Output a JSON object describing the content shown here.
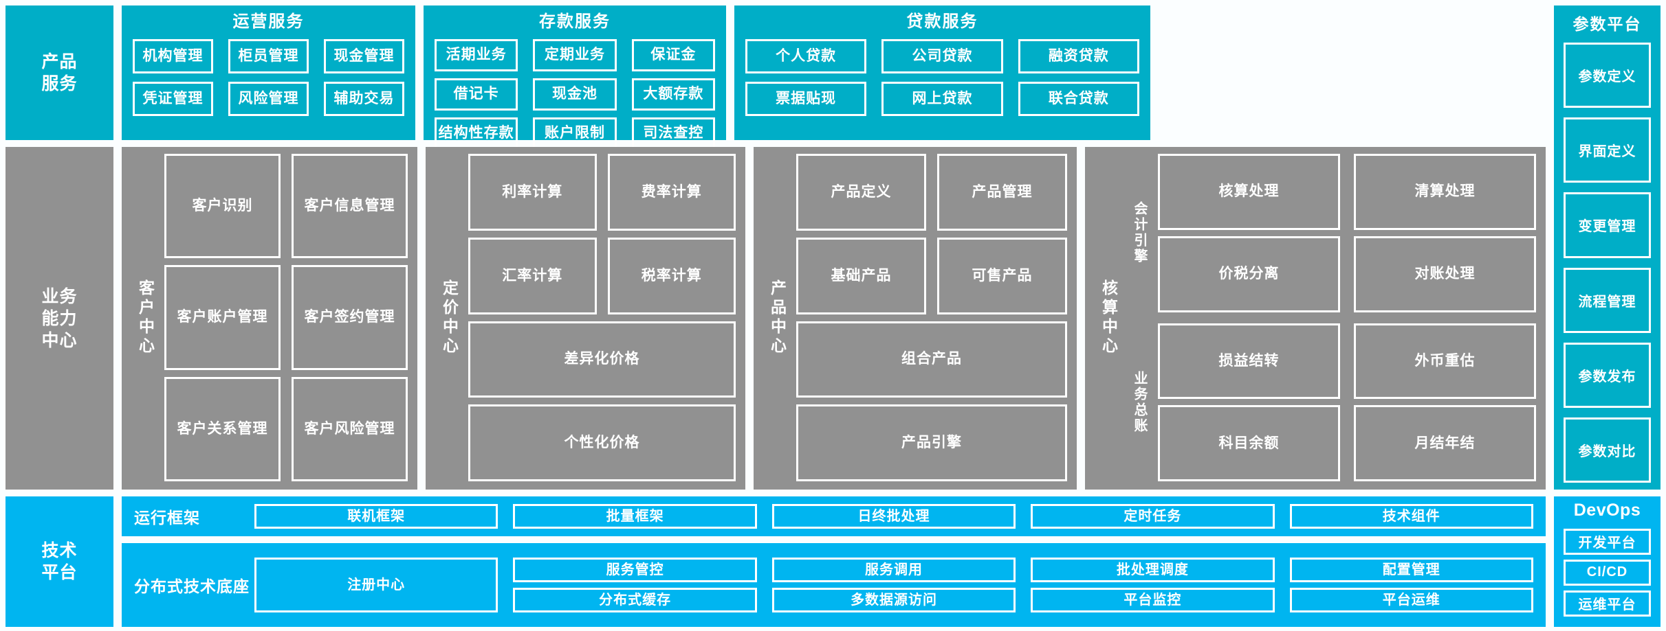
{
  "rails": {
    "products": "产品\n服务",
    "products_lines": [
      "产品",
      "服务"
    ],
    "business_lines": [
      "业务",
      "能力",
      "中心"
    ],
    "tech_lines": [
      "技术",
      "平台"
    ]
  },
  "colors": {
    "teal": "#00AEC7",
    "gray": "#919191",
    "cyan": "#00B5F0",
    "border": "#FFFFFF",
    "background": "#FBFEFF"
  },
  "product_services": {
    "groups": [
      {
        "title": "运营服务",
        "items": [
          "机构管理",
          "柜员管理",
          "现金管理",
          "凭证管理",
          "风险管理",
          "辅助交易"
        ]
      },
      {
        "title": "存款服务",
        "items": [
          "活期业务",
          "定期业务",
          "保证金",
          "借记卡",
          "现金池",
          "大额存款",
          "结构性存款",
          "账户限制",
          "司法查控"
        ]
      },
      {
        "title": "贷款服务",
        "items": [
          "个人贷款",
          "公司贷款",
          "融资贷款",
          "票据贴现",
          "网上贷款",
          "联合贷款"
        ]
      }
    ]
  },
  "parameter_platform": {
    "title": "参数平台",
    "items": [
      "参数定义",
      "界面定义",
      "变更管理",
      "流程管理",
      "参数发布",
      "参数对比"
    ]
  },
  "business_centers": [
    {
      "label": "客户中心",
      "rows": [
        [
          "客户识别",
          "客户信息管理"
        ],
        [
          "客户账户管理",
          "客户签约管理"
        ],
        [
          "客户关系管理",
          "客户风险管理"
        ]
      ]
    },
    {
      "label": "定价中心",
      "rows": [
        [
          "利率计算",
          "费率计算"
        ],
        [
          "汇率计算",
          "税率计算"
        ],
        [
          "差异化价格"
        ],
        [
          "个性化价格"
        ]
      ]
    },
    {
      "label": "产品中心",
      "rows": [
        [
          "产品定义",
          "产品管理"
        ],
        [
          "基础产品",
          "可售产品"
        ],
        [
          "组合产品"
        ],
        [
          "产品引擎"
        ]
      ]
    }
  ],
  "accounting_center": {
    "label": "核算中心",
    "sections": [
      {
        "sublabel": "会计引擎",
        "items": [
          "核算处理",
          "清算处理",
          "价税分离",
          "对账处理"
        ]
      },
      {
        "sublabel": "业务总账",
        "items": [
          "损益结转",
          "外币重估",
          "科目余额",
          "月结年结"
        ]
      }
    ]
  },
  "tech_platform": {
    "rows": [
      {
        "label": "运行框架",
        "items": [
          "联机框架",
          "批量框架",
          "日终批处理",
          "定时任务",
          "技术组件"
        ]
      },
      {
        "label": "分布式技术底座",
        "registry": "注册中心",
        "items": [
          "服务管控",
          "服务调用",
          "批处理调度",
          "配置管理",
          "分布式缓存",
          "多数据源访问",
          "平台监控",
          "平台运维"
        ]
      }
    ]
  },
  "devops": {
    "title": "DevOps",
    "items": [
      "开发平台",
      "CI/CD",
      "运维平台"
    ]
  }
}
